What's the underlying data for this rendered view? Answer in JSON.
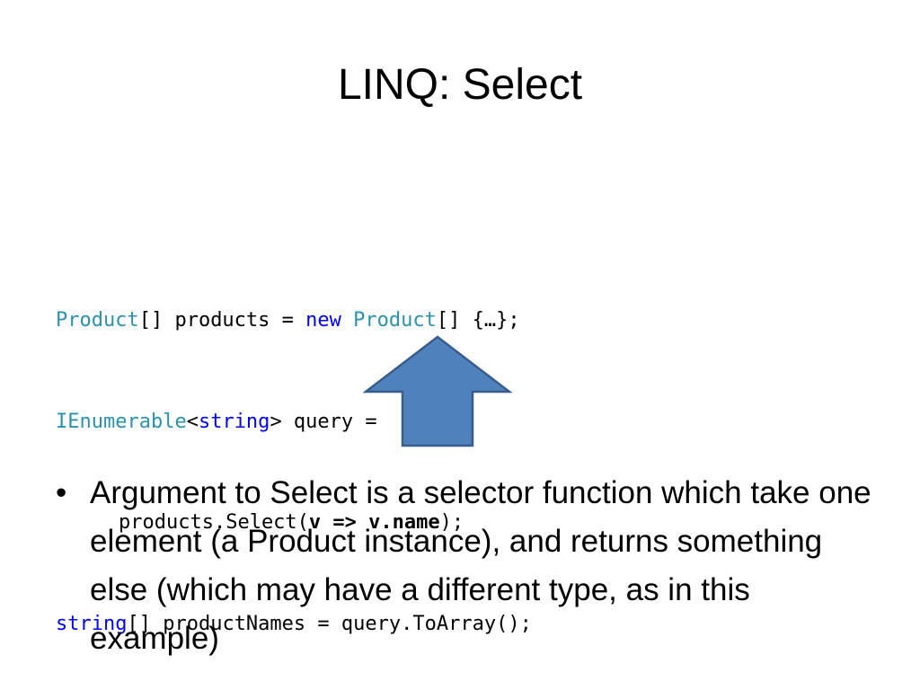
{
  "slide": {
    "title": "LINQ: Select"
  },
  "code": {
    "line1": {
      "t1": "Product",
      "t2": "[] products = ",
      "t3": "new",
      "t4": " ",
      "t5": "Product",
      "t6": "[] {…};"
    },
    "line2": {
      "t1": "IEnumerable",
      "t2": "<",
      "t3": "string",
      "t4": "> query ="
    },
    "line3": {
      "t1": "products.Select(",
      "t2": "v => v.name",
      "t3": ");"
    },
    "line4": {
      "t1": "string",
      "t2": "[] productNames = query.ToArray();"
    }
  },
  "arrow": {
    "fill": "#4f81bd",
    "stroke": "#385d8a"
  },
  "bullets": [
    {
      "mark": "•",
      "text": "Argument to Select is a selector function which take one element (a Product instance), and returns something else (which may have a different type, as in this example)"
    }
  ],
  "colors": {
    "type_keyword": "#2b91af",
    "keyword": "#0000ff",
    "text": "#000000",
    "background": "#ffffff"
  }
}
